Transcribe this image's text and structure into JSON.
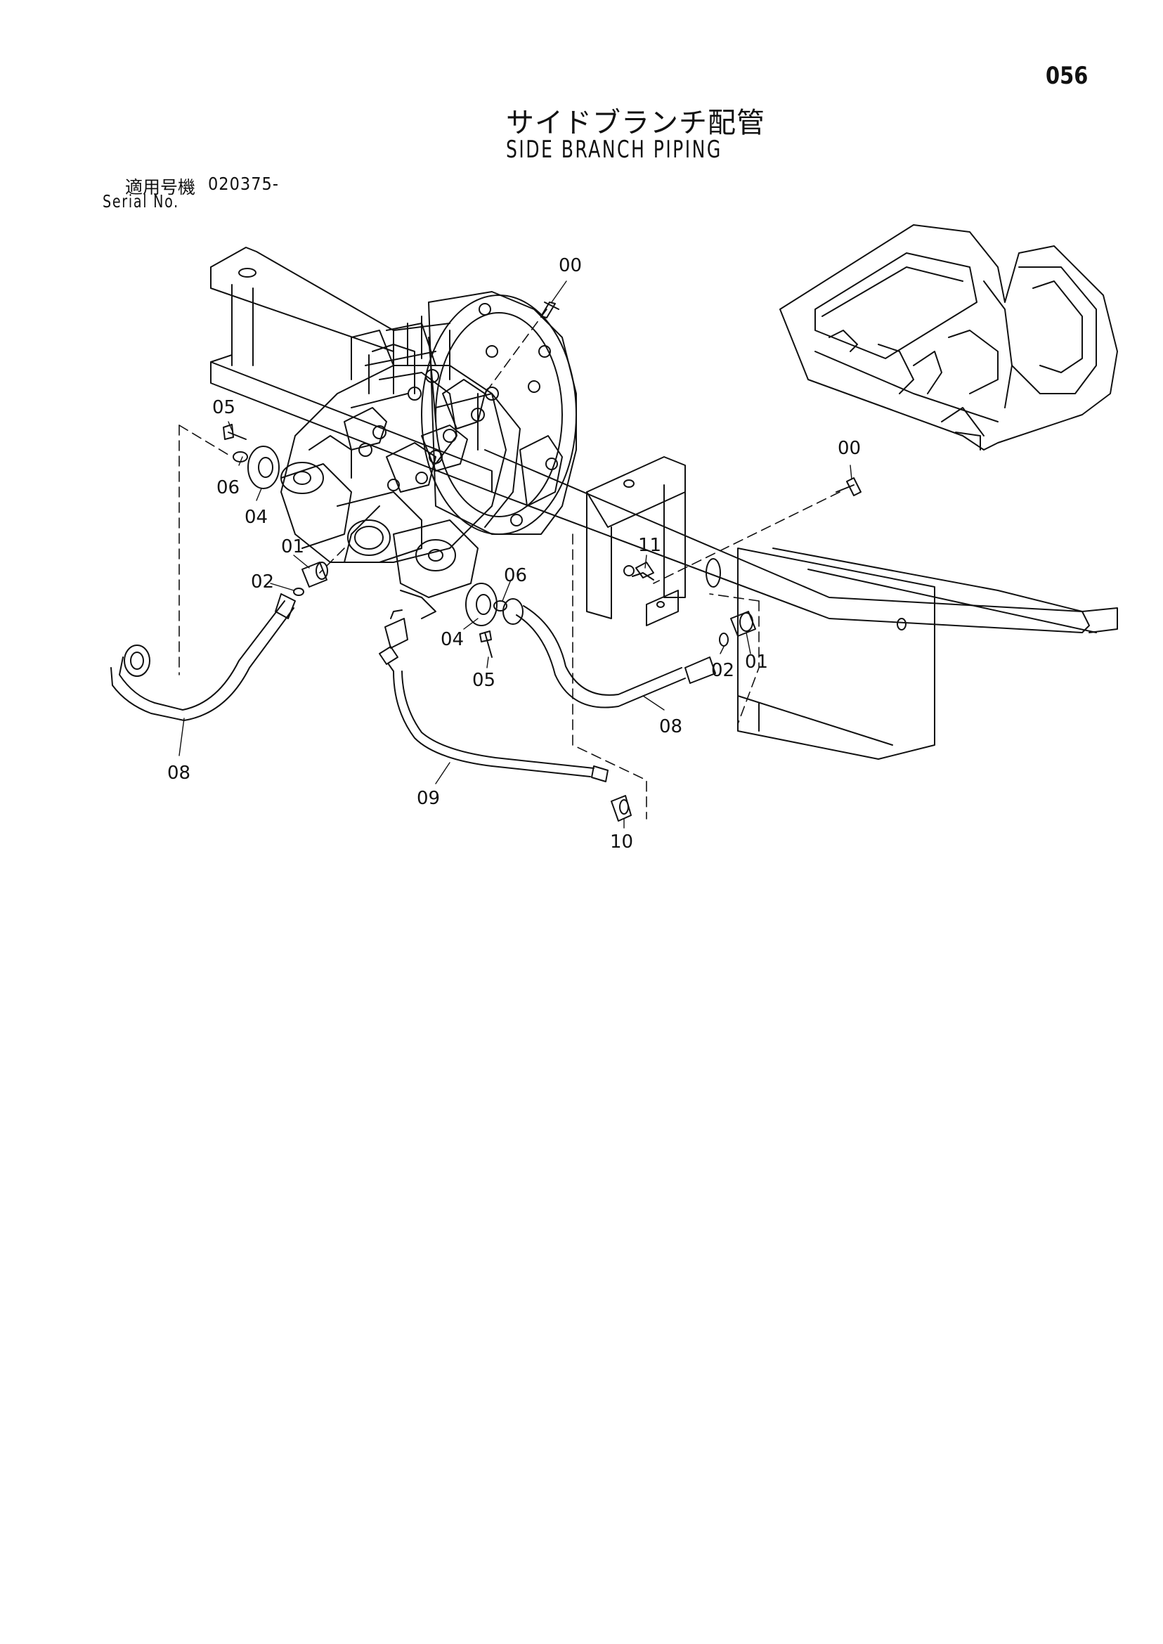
{
  "page_number": "056",
  "title_jp": "サイドブランチ配管",
  "title_en": "SIDE BRANCH PIPING",
  "serial": {
    "label_jp": "適用号機",
    "value": "020375-",
    "label_en": "Serial No."
  },
  "callouts": {
    "c00a": "00",
    "c00b": "00",
    "c05a": "05",
    "c06a": "06",
    "c04a": "04",
    "c01a": "01",
    "c02a": "02",
    "c08a": "08",
    "c06b": "06",
    "c04b": "04",
    "c05b": "05",
    "c11": "11",
    "c01b": "01",
    "c02b": "02",
    "c08b": "08",
    "c09": "09",
    "c10": "10"
  }
}
